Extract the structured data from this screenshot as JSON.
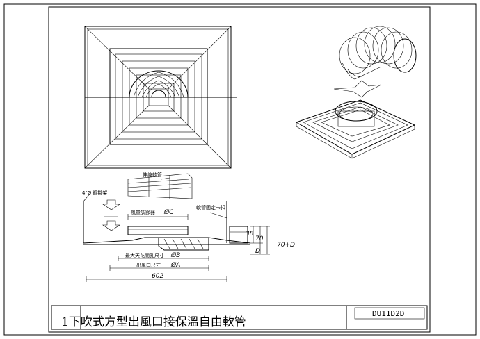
{
  "title_block": {
    "title": "1下吹式方型出風口接保溫自由軟管",
    "drawing_code": "DU11D2D"
  },
  "section_labels": {
    "flexible_duct": "伸縮軟管",
    "bracket": "4\"Ø 鋼掛架",
    "damper_clearance": "風量調節器",
    "duct_clamp": "軟管固定卡扣",
    "max_ceiling_opening": "最大天花開孔尺寸",
    "outlet_size": "出風口尺寸"
  },
  "dimensions": {
    "dia_c": "ØC",
    "dia_b": "ØB",
    "dia_a": "ØA",
    "width_602": "602",
    "height_38": "38",
    "height_70": "70",
    "height_d": "D",
    "height_total": "70+D"
  }
}
